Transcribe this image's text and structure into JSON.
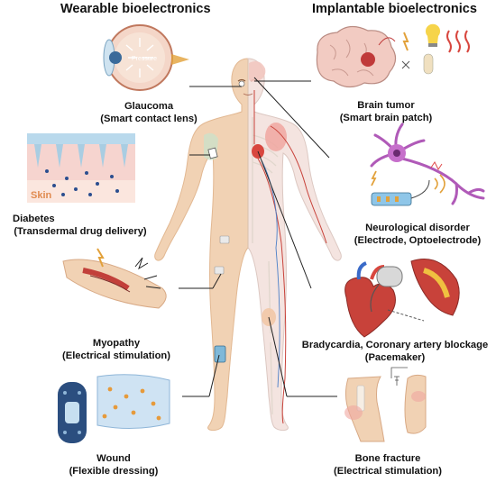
{
  "headers": {
    "left": "Wearable bioelectronics",
    "right": "Implantable bioelectronics"
  },
  "wearable": [
    {
      "condition": "Glaucoma",
      "device": "(Smart contact lens)"
    },
    {
      "condition": "Diabetes",
      "device": "(Transdermal drug delivery)"
    },
    {
      "condition": "Myopathy",
      "device": "(Electrical stimulation)"
    },
    {
      "condition": "Wound",
      "device": "(Flexible dressing)"
    }
  ],
  "implantable": [
    {
      "condition": "Brain tumor",
      "device": "(Smart brain patch)"
    },
    {
      "condition": "Neurological disorder",
      "device": "(Electrode, Optoelectrode)"
    },
    {
      "condition": "Bradycardia, Coronary artery blockage",
      "device": "(Pacemaker)"
    },
    {
      "condition": "Bone fracture",
      "device": "(Electrical stimulation)"
    }
  ],
  "illustration_text": {
    "eye_pressure": "Pressure",
    "skin": "Skin"
  },
  "colors": {
    "skin": "#f1d2b4",
    "skin_shadow": "#e2b892",
    "vessel_red": "#c8423a",
    "neuron_purple": "#b05ab8",
    "line": "#222222"
  }
}
